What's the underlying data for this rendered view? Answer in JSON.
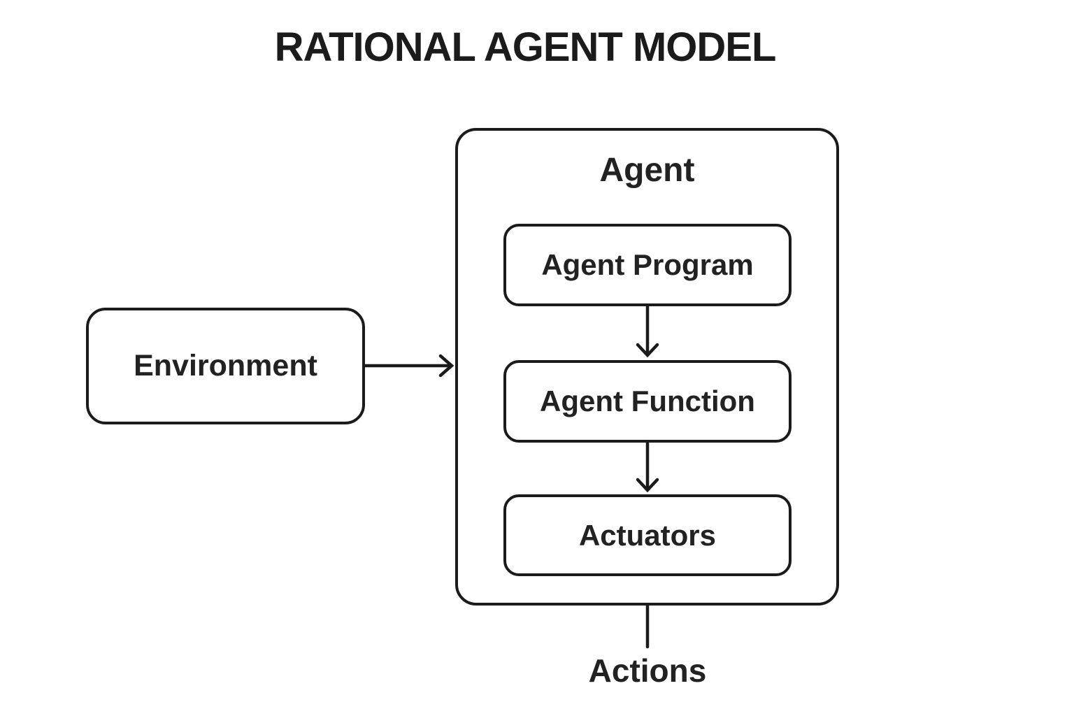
{
  "title": "RATIONAL AGENT MODEL",
  "colors": {
    "ink": "#1b1b1b",
    "background": "#ffffff"
  },
  "nodes": {
    "environment": {
      "label": "Environment"
    },
    "agent": {
      "label": "Agent"
    },
    "agent_program": {
      "label": "Agent Program"
    },
    "agent_function": {
      "label": "Agent Function"
    },
    "actuators": {
      "label": "Actuators"
    },
    "actions": {
      "label": "Actions"
    }
  },
  "edges": [
    {
      "from": "Environment",
      "to": "Agent",
      "style": "arrow"
    },
    {
      "from": "Agent Program",
      "to": "Agent Function",
      "style": "arrow"
    },
    {
      "from": "Agent Function",
      "to": "Actuators",
      "style": "arrow"
    },
    {
      "from": "Agent",
      "to": "Actions",
      "style": "line"
    }
  ]
}
